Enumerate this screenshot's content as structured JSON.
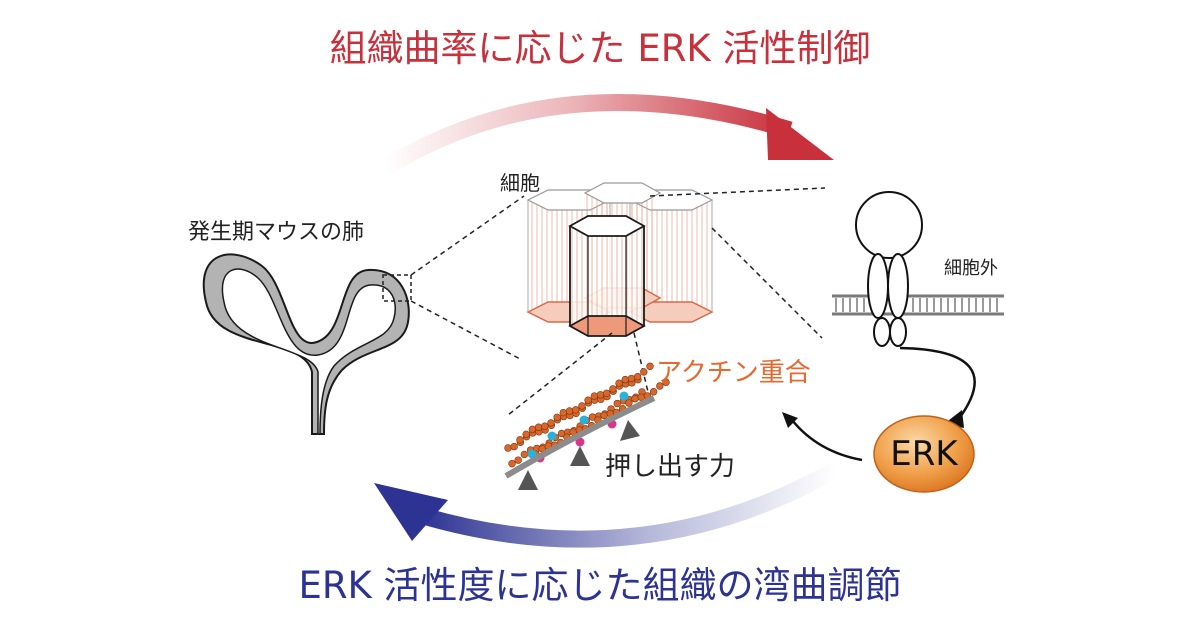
{
  "top_title": "組織曲率に応じた ERK 活性制御",
  "bottom_title": "ERK 活性度に応じた組織の湾曲調節",
  "lung_label": "発生期マウスの肺",
  "cell_label": "細胞",
  "extracellular_label": "細胞外",
  "actin_label": "アクチン重合",
  "push_force_label": "押し出す力",
  "erk_label": "ERK",
  "colors": {
    "top_arrow": "#c8303c",
    "bottom_arrow": "#2d3392",
    "actin": "#e8672c",
    "erk_fill": "#e07a22",
    "tissue": "#b3b3b3"
  }
}
